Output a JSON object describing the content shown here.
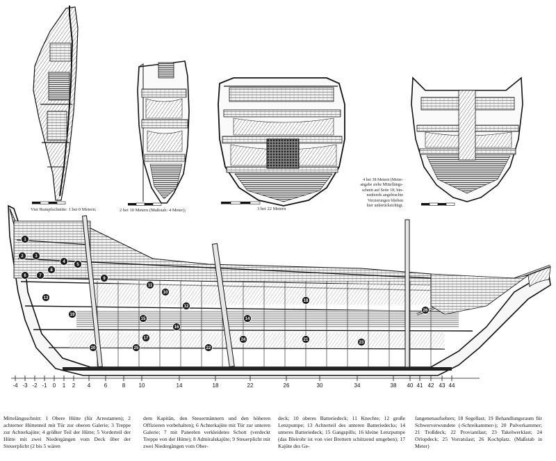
{
  "sections": {
    "s1": {
      "caption": "Vier Rumpfschnitte: 1 bei 0 Metern;"
    },
    "s2": {
      "caption": "2 bei 10 Metern (Maßstab: 4 Meter);"
    },
    "s3": {
      "caption": "3 bei 22 Metern"
    },
    "s4": {
      "note": "4 bei 38 Metern (Meter-\nangabe siehe Mittellängs-\nschnitt auf Seite 18; bin-\nnenbords angebrachte\nVerzierungen blieben\nhier unberücksichtigt."
    }
  },
  "axis": {
    "ticks": [
      "-4",
      "-3",
      "-2",
      "-1",
      "0",
      "1",
      "2",
      "4",
      "6",
      "8",
      "10",
      "14",
      "18",
      "22",
      "26",
      "30",
      "34",
      "38",
      "40",
      "41",
      "42",
      "43",
      "44"
    ]
  },
  "callouts": [
    "1",
    "2",
    "3",
    "4",
    "5",
    "6",
    "7",
    "8",
    "9",
    "10",
    "11",
    "12",
    "13",
    "14",
    "15",
    "16",
    "17",
    "18",
    "19",
    "20",
    "21",
    "22",
    "23",
    "24",
    "25",
    "26"
  ],
  "legend": {
    "col1": "Mittelängsschnitt: 1 Obere Hütte (für Arrestanten); 2 achterner Hüttenteil mit Tür zur oberen Galerie; 3 Treppe zur Achterkajüte; 4 größter Teil der Hütte; 5 Vorderteil der Hütte mit zwei Niedergängen vom Deck über der Steuerplicht (2 bis 5 wären",
    "col2": "dem Kapitän, den Steuermännern und den höheren Offizieren vorbehalten); 6 Achterkajüte mit Tür zur unteren Galerie; 7 mit Paneelen verkleidetes Schott (verdeckt Treppe von der Hütte); 8 Admiralskajüte; 9 Steuerplicht mit zwei Niedergängen vom Ober-",
    "col3": "deck; 10 oberes Batteriedeck; 11 Knechte; 12 große Lenzpumpe; 13 Achterteil des unteren Batteriedecks; 14 unteres Batteriedeck; 15 Gangspills; 16 kleine Lenzpumpe (das Bleirohr ist von vier Brettern schützend umgeben); 17 Kajüte des Ge-",
    "col4": "fangenenaufsehers; 18 Segellast; 19 Behandlungsraum für Schwerverwundete (›Schreikammer‹); 20 Pulverkammer; 21 Troßdeck; 22 Proviantlast; 23 Takelwerklast; 24 Orlopdeck; 25 Vorratslast; 26 Kochplatz. (Maßstab in Meter)"
  }
}
